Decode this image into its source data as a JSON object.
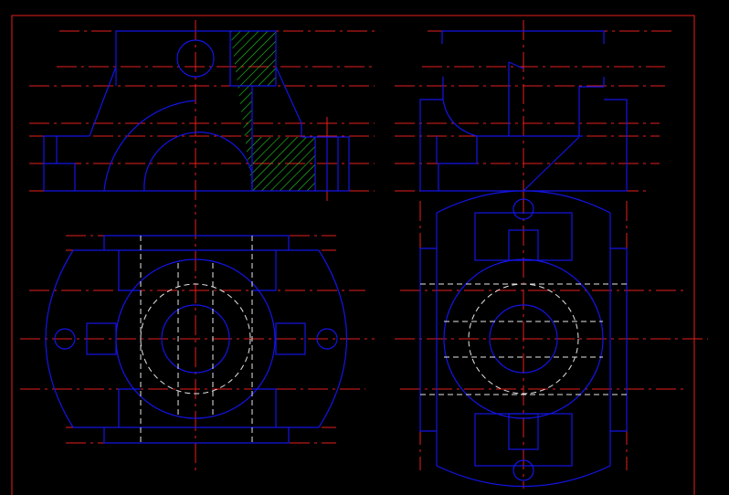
{
  "drawing": {
    "background": "#000000",
    "colors": {
      "outline": "#1414e6",
      "center_line": "#e61e1e",
      "hidden_line": "#e6e6e6",
      "hatch_fill": "#1fd21f",
      "border": "#e61e1e"
    },
    "views": [
      "front-view-section",
      "side-view",
      "top-view",
      "auxiliary-view"
    ],
    "hatch_pattern": "diagonal-45"
  }
}
